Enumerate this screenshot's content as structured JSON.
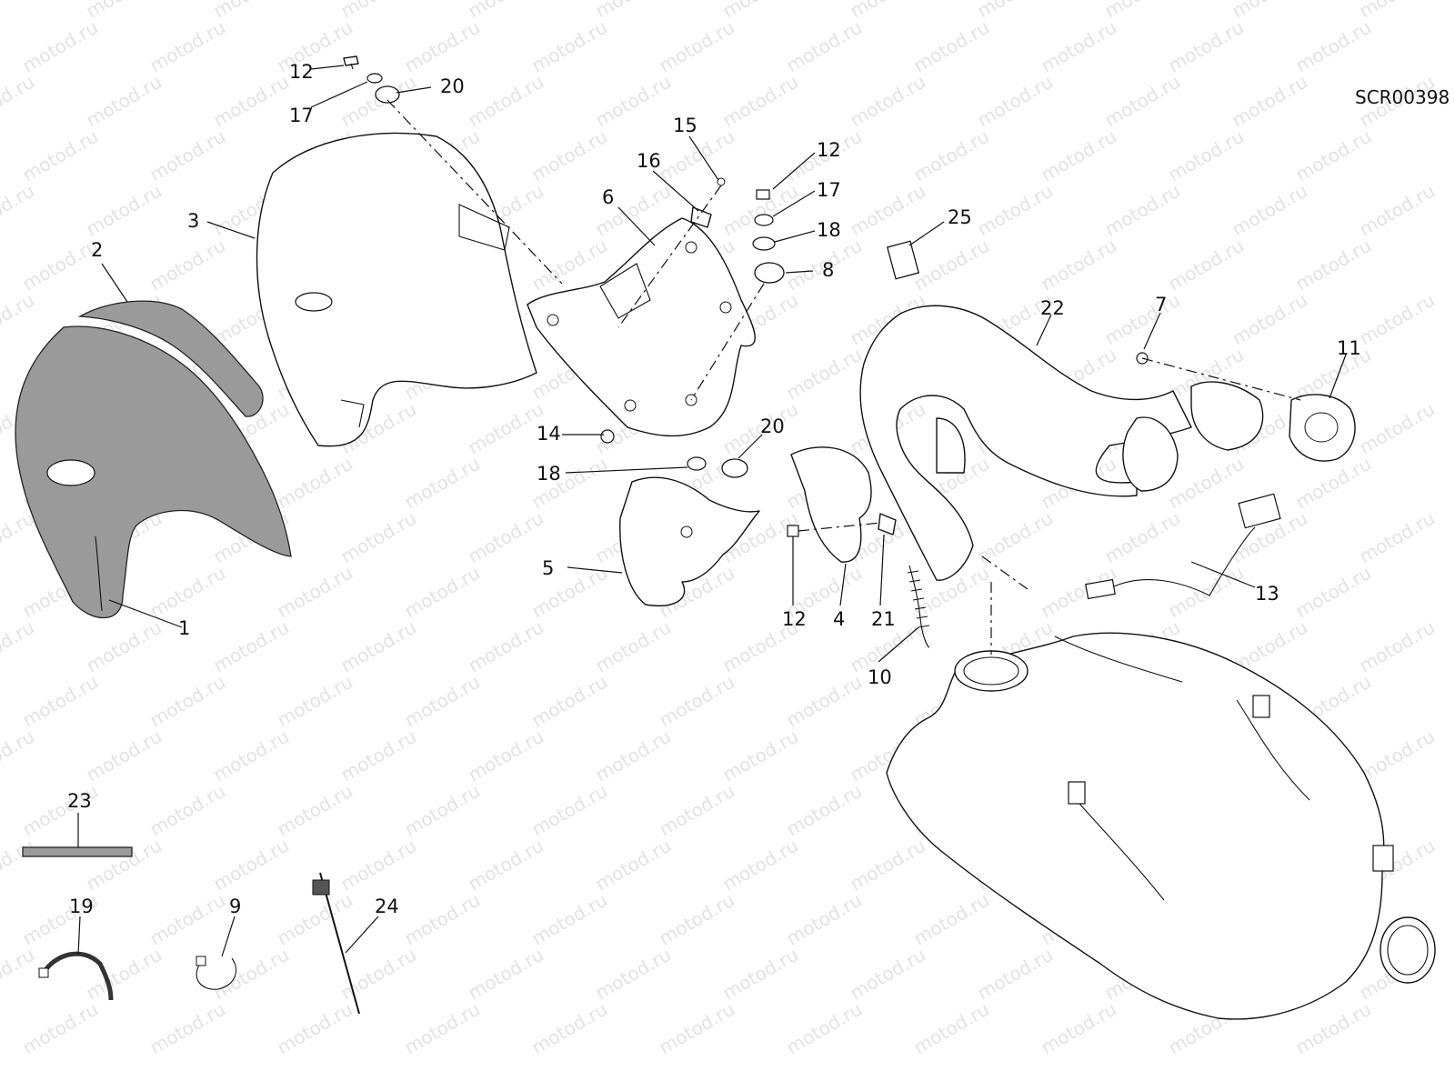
{
  "document_code": "SCR00398",
  "watermark_text": "motod.ru",
  "callouts": [
    {
      "id": "c12a",
      "label": "12"
    },
    {
      "id": "c17a",
      "label": "17"
    },
    {
      "id": "c20a",
      "label": "20"
    },
    {
      "id": "c3",
      "label": "3"
    },
    {
      "id": "c2",
      "label": "2"
    },
    {
      "id": "c1",
      "label": "1"
    },
    {
      "id": "c15",
      "label": "15"
    },
    {
      "id": "c16",
      "label": "16"
    },
    {
      "id": "c6",
      "label": "6"
    },
    {
      "id": "c12b",
      "label": "12"
    },
    {
      "id": "c17b",
      "label": "17"
    },
    {
      "id": "c18a",
      "label": "18"
    },
    {
      "id": "c8",
      "label": "8"
    },
    {
      "id": "c25",
      "label": "25"
    },
    {
      "id": "c22",
      "label": "22"
    },
    {
      "id": "c7",
      "label": "7"
    },
    {
      "id": "c11",
      "label": "11"
    },
    {
      "id": "c14",
      "label": "14"
    },
    {
      "id": "c20b",
      "label": "20"
    },
    {
      "id": "c18b",
      "label": "18"
    },
    {
      "id": "c5",
      "label": "5"
    },
    {
      "id": "c12c",
      "label": "12"
    },
    {
      "id": "c4",
      "label": "4"
    },
    {
      "id": "c21",
      "label": "21"
    },
    {
      "id": "c10",
      "label": "10"
    },
    {
      "id": "c13",
      "label": "13"
    },
    {
      "id": "c23",
      "label": "23"
    },
    {
      "id": "c19",
      "label": "19"
    },
    {
      "id": "c9",
      "label": "9"
    },
    {
      "id": "c24",
      "label": "24"
    }
  ]
}
